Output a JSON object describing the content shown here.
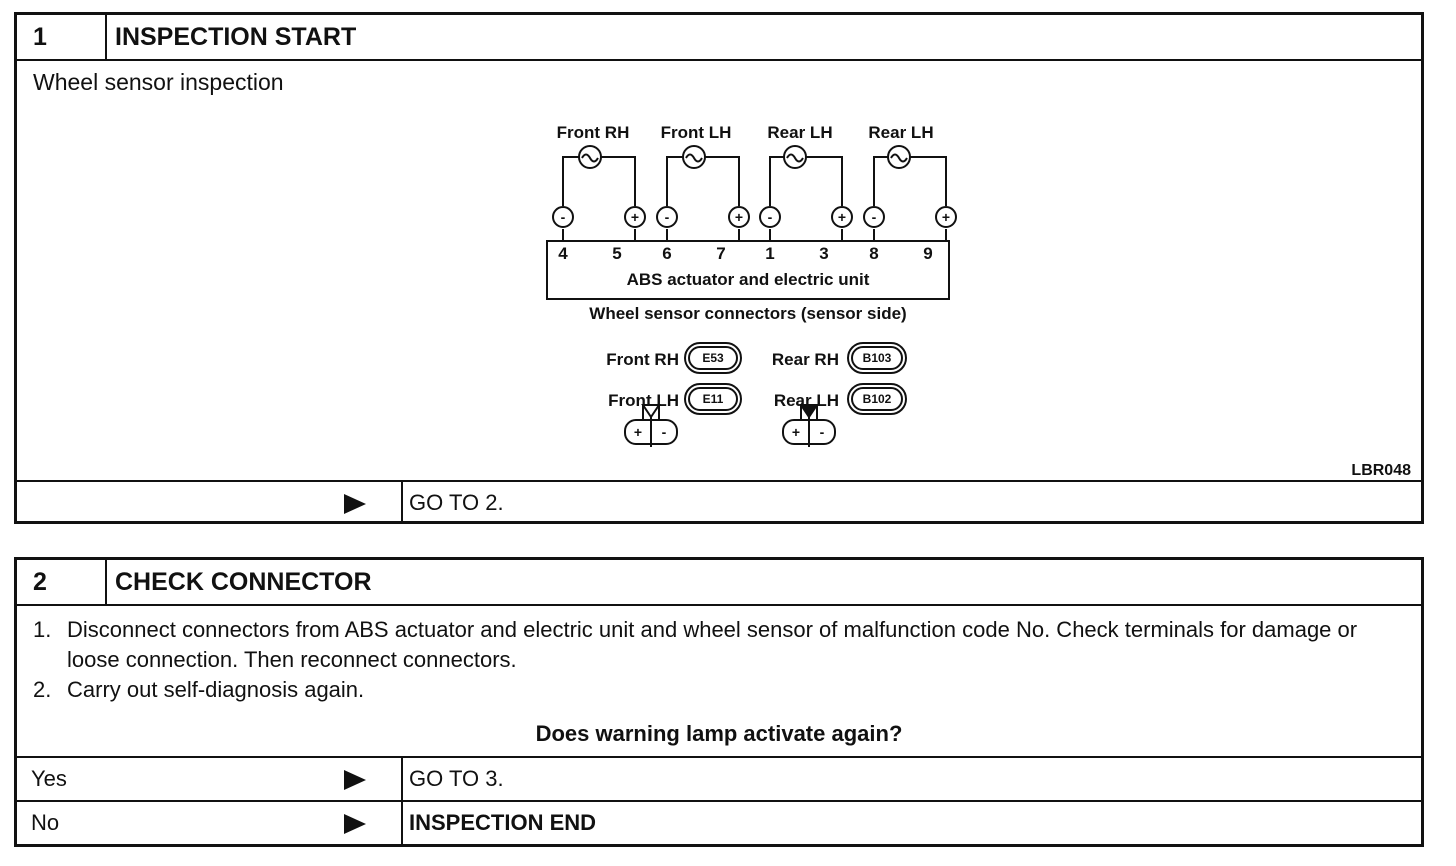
{
  "step1": {
    "number": "1",
    "title": "INSPECTION START",
    "description": "Wheel sensor inspection",
    "diagram": {
      "sensors": [
        "Front RH",
        "Front LH",
        "Rear LH",
        "Rear LH"
      ],
      "terminals": [
        "4",
        "5",
        "6",
        "7",
        "1",
        "3",
        "8",
        "9"
      ],
      "polarity_minus": "-",
      "polarity_plus": "+",
      "unit_label": "ABS actuator and electric unit",
      "connectors_title": "Wheel sensor connectors (sensor side)",
      "connectors": [
        {
          "label": "Front RH",
          "code": "E53"
        },
        {
          "label": "Rear RH",
          "code": "B103"
        },
        {
          "label": "Front LH",
          "code": "E11"
        },
        {
          "label": "Rear LH",
          "code": "B102"
        }
      ],
      "figure_id": "LBR048"
    },
    "result": "GO TO 2."
  },
  "step2": {
    "number": "2",
    "title": "CHECK CONNECTOR",
    "instructions": [
      {
        "n": "1.",
        "text": "Disconnect connectors from ABS actuator and electric unit and wheel sensor of malfunction code No. Check terminals for damage or loose connection. Then reconnect connectors."
      },
      {
        "n": "2.",
        "text": "Carry out self-diagnosis again."
      }
    ],
    "question": "Does warning lamp activate again?",
    "outcomes": [
      {
        "answer": "Yes",
        "result": "GO TO 3."
      },
      {
        "answer": "No",
        "result": "INSPECTION END"
      }
    ]
  }
}
